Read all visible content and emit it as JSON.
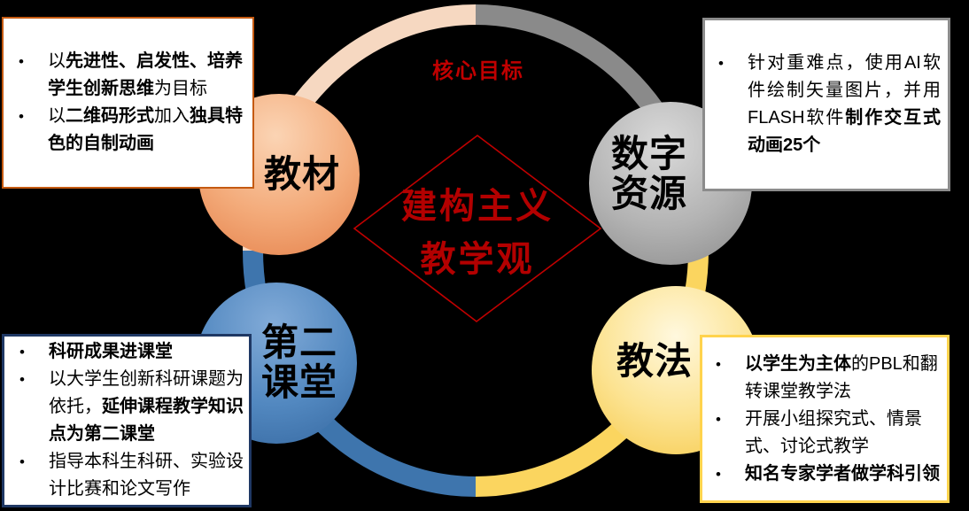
{
  "center": {
    "core_goal": "核心目标",
    "diamond_line1": "建构主义",
    "diamond_line2": "教学观"
  },
  "circles": {
    "textbook": {
      "label": "教材"
    },
    "digital": {
      "label_line1": "数字",
      "label_line2": "资源"
    },
    "second_class": {
      "label_line1": "第二",
      "label_line2": "课堂"
    },
    "pedagogy": {
      "label": "教法"
    }
  },
  "boxes": {
    "textbook": {
      "bullets": [
        {
          "segments": [
            {
              "t": "以",
              "b": false
            },
            {
              "t": "先进性、启发性、培养学生创新思维",
              "b": true
            },
            {
              "t": "为目标",
              "b": false
            }
          ]
        },
        {
          "segments": [
            {
              "t": "以",
              "b": false
            },
            {
              "t": "二维码形式",
              "b": true
            },
            {
              "t": "加入",
              "b": false
            },
            {
              "t": "独具特色的自制动画",
              "b": true
            }
          ]
        }
      ]
    },
    "digital": {
      "bullets": [
        {
          "segments": [
            {
              "t": "针对重难点，使用AI软件绘制矢量图片，并用FLASH软件",
              "b": false
            },
            {
              "t": "制作交互式动画25个",
              "b": true
            }
          ]
        }
      ]
    },
    "second_class": {
      "bullets": [
        {
          "segments": [
            {
              "t": "科研成果进课堂",
              "b": true
            }
          ]
        },
        {
          "segments": [
            {
              "t": "以大学生创新科研课题为依托，",
              "b": false
            },
            {
              "t": "延伸课程教学知识点为第二课堂",
              "b": true
            }
          ]
        },
        {
          "segments": [
            {
              "t": "指导本科生科研、实验设计比赛和论文写作",
              "b": false
            }
          ]
        }
      ]
    },
    "pedagogy": {
      "bullets": [
        {
          "segments": [
            {
              "t": "以学生为主体",
              "b": true
            },
            {
              "t": "的PBL和翻转课堂教学法",
              "b": false
            }
          ]
        },
        {
          "segments": [
            {
              "t": "开展小组探究式、情景式、讨论式教学",
              "b": false
            }
          ]
        },
        {
          "segments": [
            {
              "t": "知名专家学者做学科引领",
              "b": true
            }
          ]
        }
      ]
    }
  },
  "colors": {
    "background": "#000000",
    "red_text": "#C00000",
    "diamond_stroke": "#C00000",
    "ring_peach": "#F6D8C1",
    "ring_gray": "#8A8A8A",
    "ring_yellow": "#FBD55F",
    "ring_blue": "#3E75AD",
    "border_orange": "#C55A11",
    "border_gray": "#8C8C8C",
    "border_navy": "#1F3864",
    "border_gold": "#FFD34D"
  }
}
